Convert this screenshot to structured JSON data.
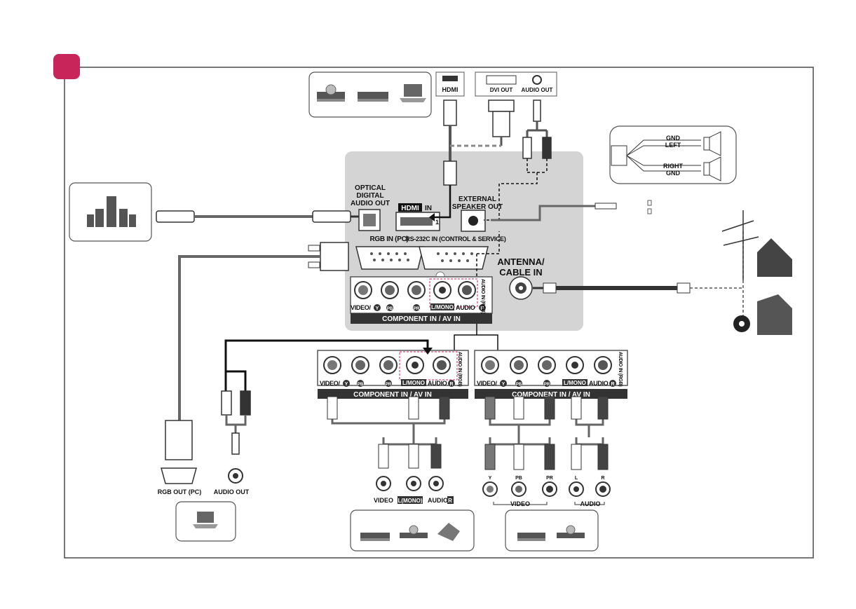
{
  "colors": {
    "accent": "#c8265a",
    "panel": "#d4d4d4",
    "cable": "#555555",
    "frame": "#555555"
  },
  "tv_panel": {
    "optical_label_1": "OPTICAL",
    "optical_label_2": "DIGITAL",
    "optical_label_3": "AUDIO OUT",
    "hdmi_logo": "HDMI",
    "hdmi_in": "IN",
    "hdmi_number": "1",
    "external_speaker_1": "EXTERNAL",
    "external_speaker_2": "SPEAKER OUT",
    "rgb_in": "RGB IN (PC)",
    "rs232": "RS-232C IN (CONTROL & SERVICE)",
    "antenna_1": "ANTENNA/",
    "antenna_2": "CABLE IN",
    "video": "VIDEO/",
    "y": "Y",
    "pb": "PB",
    "pr": "PR",
    "lmono": "L/MONO",
    "audio": "AUDIO",
    "r": "R",
    "audio_in_rgb": "AUDIO IN (RGB)",
    "component_bar": "COMPONENT IN / AV IN"
  },
  "source_top": {
    "hdmi": "HDMI",
    "dvi_out": "DVI OUT",
    "audio_out": "AUDIO OUT"
  },
  "speaker_box": {
    "gnd_left_1": "GND",
    "gnd_left_2": "LEFT",
    "right_gnd_1": "RIGHT",
    "right_gnd_2": "GND"
  },
  "pc_bottom": {
    "rgb_out": "RGB OUT (PC)",
    "audio_out": "AUDIO OUT"
  },
  "av_source": {
    "video": "VIDEO",
    "lmono": "L(MONO)",
    "audio": "AUDIO",
    "r": "R"
  },
  "component_source": {
    "y": "Y",
    "pb": "PB",
    "pr": "PR",
    "video": "VIDEO",
    "l": "L",
    "r": "R",
    "audio": "AUDIO"
  }
}
